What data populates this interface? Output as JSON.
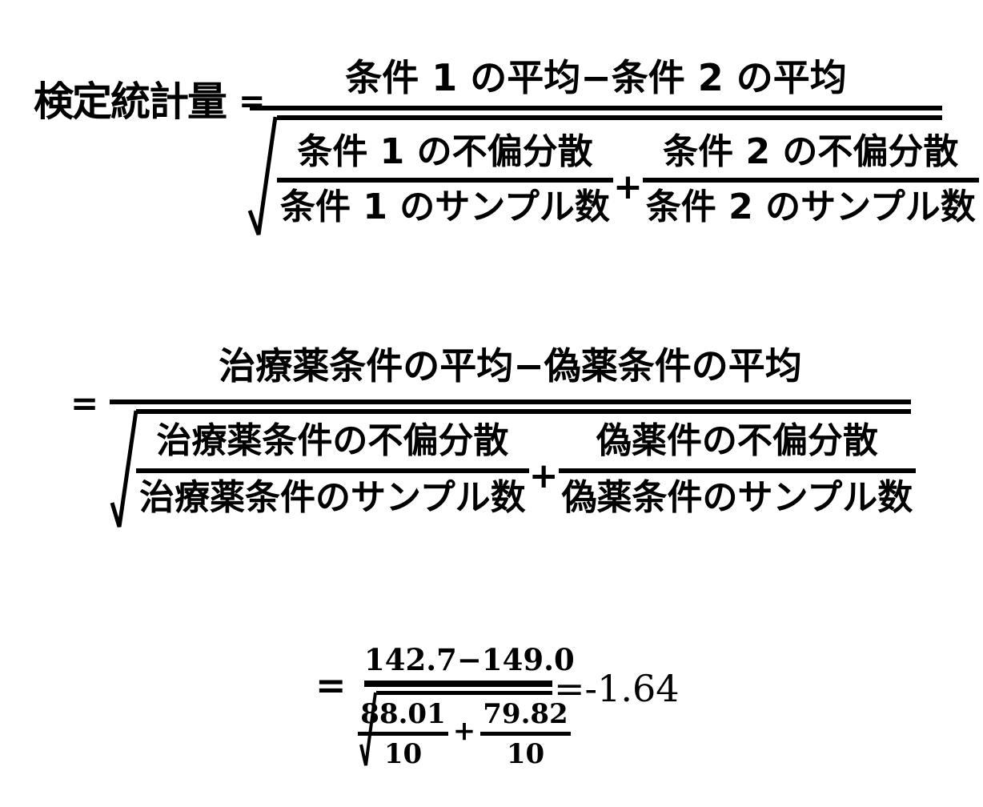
{
  "colors": {
    "ink": "#000000",
    "background": "#ffffff"
  },
  "formula": {
    "eq1": {
      "lhs": "検定統計量",
      "equals": "=",
      "numerator": "条件 1 の平均−条件 2 の平均",
      "sqrt": {
        "left": {
          "num": "条件 1 の不偏分散",
          "den": "条件 1 のサンプル数"
        },
        "plus": "+",
        "right": {
          "num": "条件 2 の不偏分散",
          "den": "条件 2 のサンプル数"
        }
      }
    },
    "eq2": {
      "equals": "=",
      "numerator": "治療薬条件の平均−偽薬条件の平均",
      "sqrt": {
        "left": {
          "num": "治療薬条件の不偏分散",
          "den": "治療薬条件のサンプル数"
        },
        "plus": "+",
        "right": {
          "num": "偽薬件の不偏分散",
          "den": "偽薬条件のサンプル数"
        }
      }
    },
    "eq3": {
      "equals": "=",
      "numerator": "142.7−149.0",
      "sqrt": {
        "left": {
          "num": "88.01",
          "den": "10"
        },
        "plus": "+",
        "right": {
          "num": "79.82",
          "den": "10"
        }
      },
      "result": "=-1.64"
    }
  }
}
